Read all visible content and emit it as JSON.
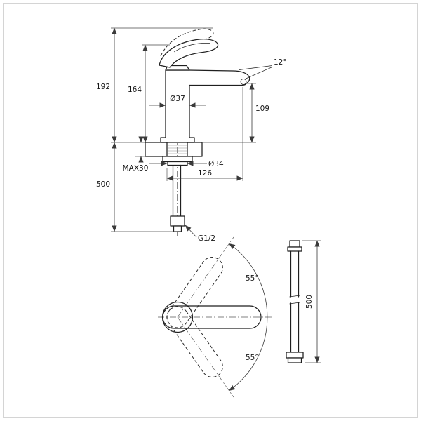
{
  "colors": {
    "background": "#ffffff",
    "frame": "#d4d4d4",
    "object_line": "#1f1f1f",
    "dimension_line": "#3a3a3a"
  },
  "drawing": {
    "front": {
      "total_height": "192",
      "handle_height": "164",
      "body_diameter": "Ø37",
      "spout_angle": "12°",
      "spout_height": "109",
      "deck_max": "MAX30",
      "shank_diameter": "Ø34",
      "spout_reach": "126",
      "hose_length": "500",
      "thread": "G1/2"
    },
    "top": {
      "swing_upper": "55°",
      "swing_lower": "55°"
    },
    "hose": {
      "length": "500"
    }
  }
}
